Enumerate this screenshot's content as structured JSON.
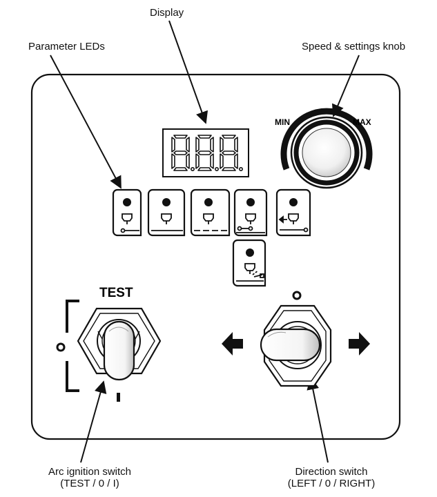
{
  "callouts": {
    "display": "Display",
    "parameter_leds": "Parameter LEDs",
    "knob": "Speed & settings knob",
    "arc_switch_line1": "Arc ignition switch",
    "arc_switch_line2": "(TEST / 0 / I)",
    "direction_switch_line1": "Direction switch",
    "direction_switch_line2": "(LEFT / 0 / RIGHT)"
  },
  "panel": {
    "knob_min": "MIN",
    "knob_max": "MAX",
    "test_label": "TEST",
    "display_digits": "8.8.8."
  },
  "icons": [
    "display-7seg-icon",
    "led-pilot-icon",
    "led-arc-icon",
    "led-arc-dashed-icon",
    "led-tiny-circle-icon",
    "led-feed-arrow-icon",
    "led-wire-icon",
    "toggle-switch-icon",
    "rotary-switch-icon",
    "arrow-left-icon",
    "arrow-right-icon"
  ]
}
